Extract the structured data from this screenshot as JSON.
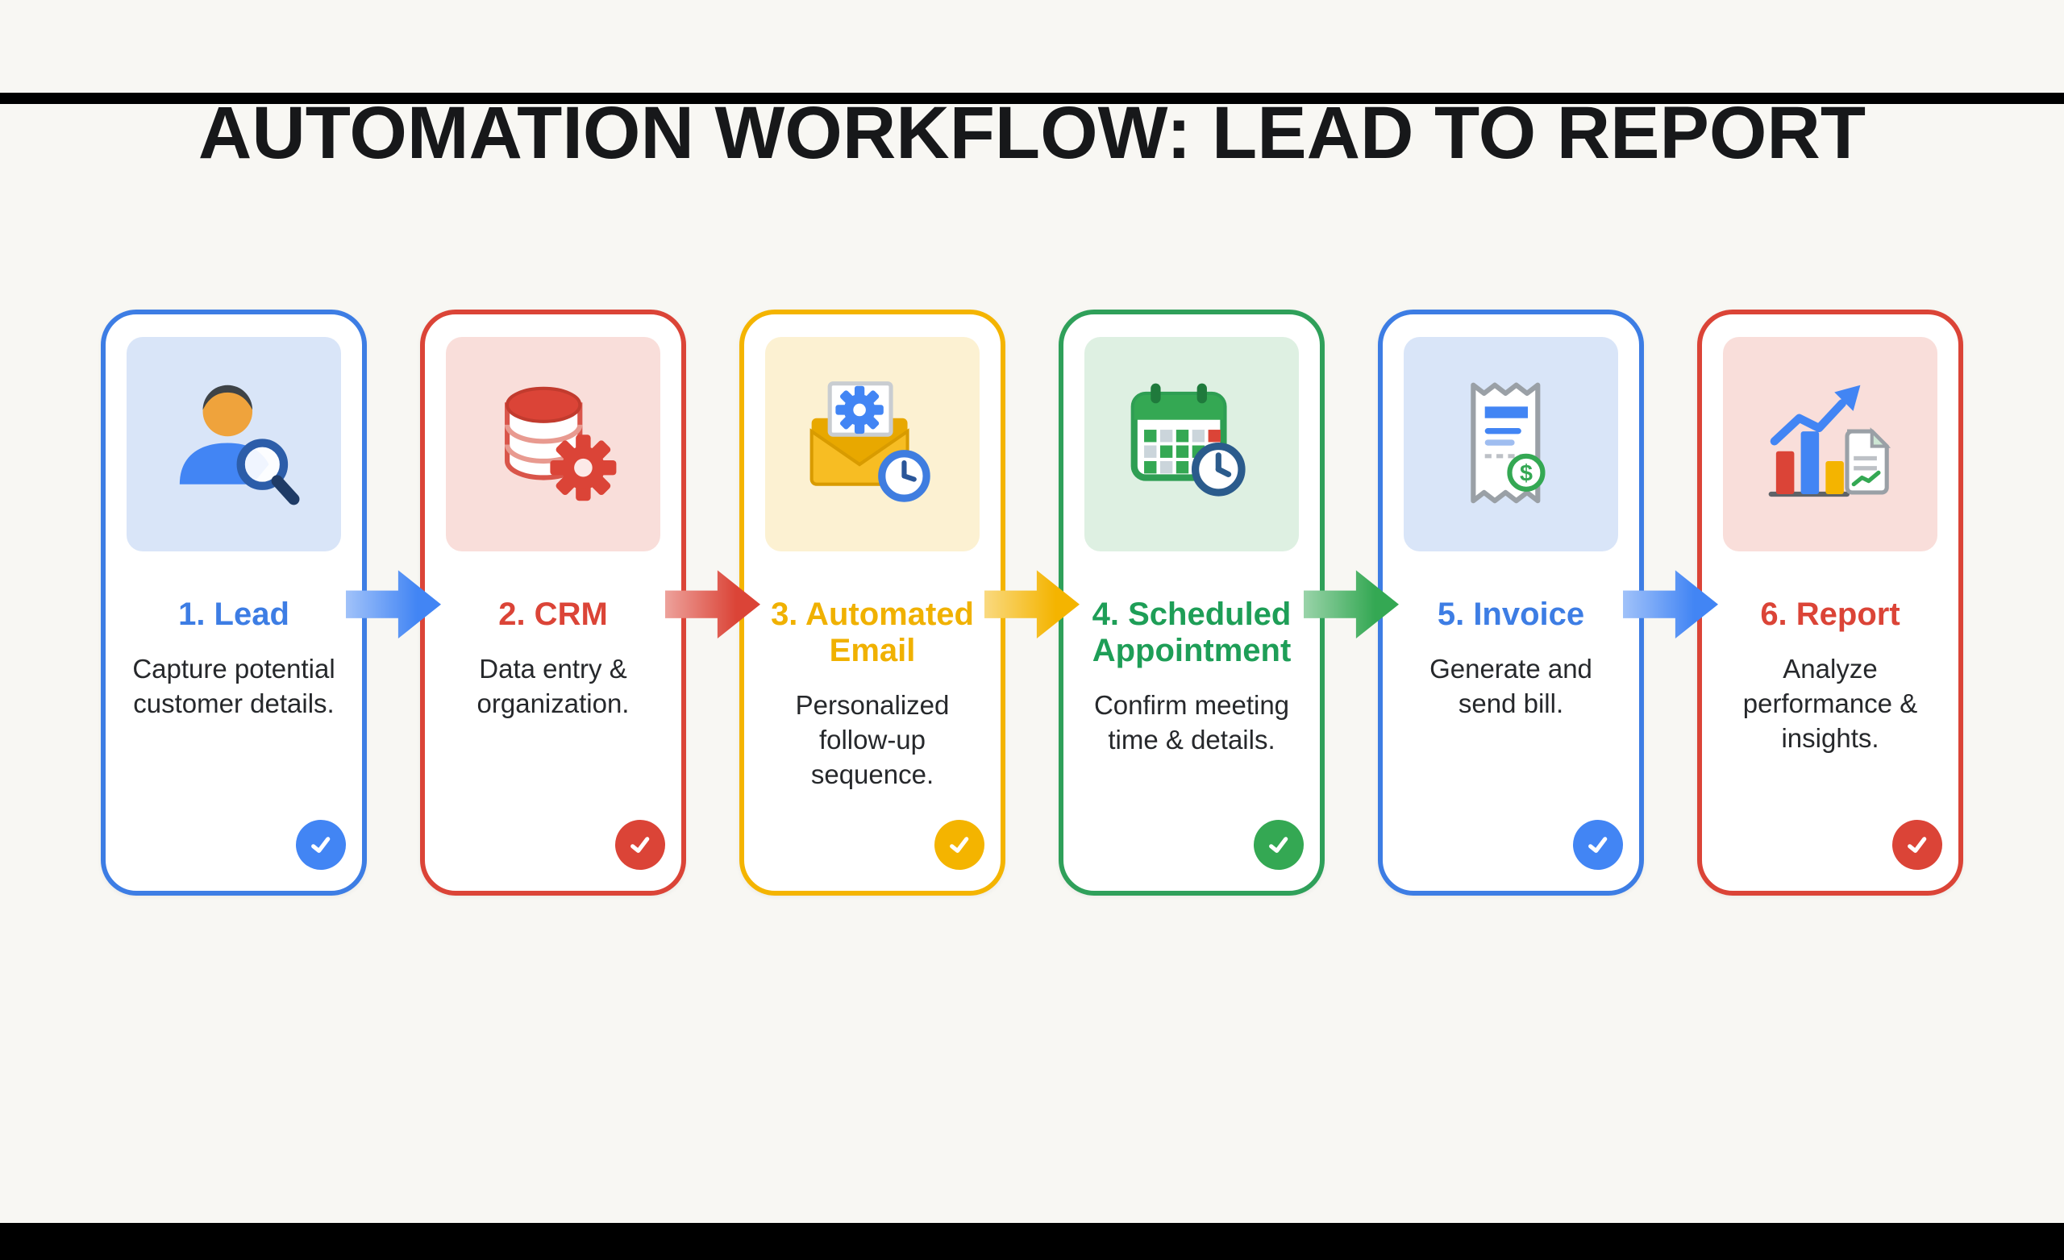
{
  "page": {
    "title": "AUTOMATION WORKFLOW: LEAD TO REPORT",
    "background_color": "#f8f7f3",
    "letterbox_color": "#000000"
  },
  "steps": [
    {
      "title": "1. Lead",
      "description": "Capture potential customer details.",
      "accent_color": "#3D7DE4",
      "title_color": "#3D7DE4",
      "tile_color": "#D9E5F8",
      "icon": "person-search-icon",
      "check_color": "#4285F4",
      "completed": true
    },
    {
      "title": "2. CRM",
      "description": "Data entry & organization.",
      "accent_color": "#DB4437",
      "title_color": "#DB4437",
      "tile_color": "#F9DEDA",
      "icon": "database-gear-icon",
      "check_color": "#DB4437",
      "completed": true
    },
    {
      "title": "3. Automated Email",
      "description": "Personalized follow-up sequence.",
      "accent_color": "#F4B400",
      "title_color": "#F0B100",
      "tile_color": "#FCF1D2",
      "icon": "email-automation-icon",
      "check_color": "#F4B400",
      "completed": true
    },
    {
      "title": "4. Scheduled Appointment",
      "description": "Confirm meeting time & details.",
      "accent_color": "#2FA05A",
      "title_color": "#1E9E57",
      "tile_color": "#DEF0E2",
      "icon": "calendar-clock-icon",
      "check_color": "#34A853",
      "completed": true
    },
    {
      "title": "5. Invoice",
      "description": "Generate and send bill.",
      "accent_color": "#3D7DE4",
      "title_color": "#3D7DE4",
      "tile_color": "#D9E5F8",
      "icon": "invoice-icon",
      "check_color": "#4285F4",
      "completed": true
    },
    {
      "title": "6. Report",
      "description": "Analyze performance & insights.",
      "accent_color": "#DB4437",
      "title_color": "#DB4437",
      "tile_color": "#F9DEDA",
      "icon": "report-chart-icon",
      "check_color": "#DB4437",
      "completed": true
    }
  ],
  "arrows": [
    {
      "color": "#4285F4"
    },
    {
      "color": "#DB4437"
    },
    {
      "color": "#F4B400"
    },
    {
      "color": "#34A853"
    },
    {
      "color": "#4285F4"
    }
  ]
}
